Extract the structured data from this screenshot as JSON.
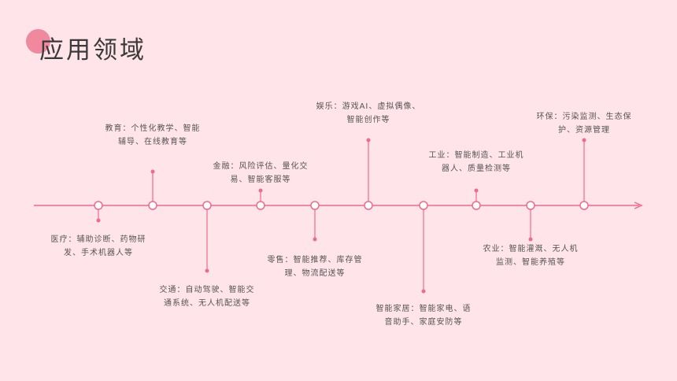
{
  "slide": {
    "title": "应用领域"
  },
  "colors": {
    "background": "#ffe4e9",
    "accent": "#f06a8c",
    "title_dot": "#f0889e",
    "text": "#555555"
  },
  "timeline": {
    "items": [
      {
        "label": "医疗：辅助诊断、药物研\n发、手术机器人等",
        "side": "below",
        "length": "short"
      },
      {
        "label": "教育：个性化教学、智能\n辅导、在线教育等",
        "side": "above",
        "length": "medium"
      },
      {
        "label": "交通：自动驾驶、智能交\n通系统、无人机配送等",
        "side": "below",
        "length": "long"
      },
      {
        "label": "金融：风险评估、量化交\n易、智能客服等",
        "side": "above",
        "length": "short"
      },
      {
        "label": "零售：智能推荐、库存管\n理、物流配送等",
        "side": "below",
        "length": "medium"
      },
      {
        "label": "娱乐：游戏AI、虚拟偶像、\n智能创作等",
        "side": "above",
        "length": "long"
      },
      {
        "label": "智能家居：智能家电、语\n音助手、家庭安防等",
        "side": "below",
        "length": "xlong"
      },
      {
        "label": "工业：智能制造、工业机\n器人、质量检测等",
        "side": "above",
        "length": "short"
      },
      {
        "label": "农业：智能灌溉、无人机\n监测、智能养殖等",
        "side": "below",
        "length": "medium"
      },
      {
        "label": "环保：污染监测、生态保\n护、资源管理",
        "side": "above",
        "length": "long"
      }
    ]
  }
}
